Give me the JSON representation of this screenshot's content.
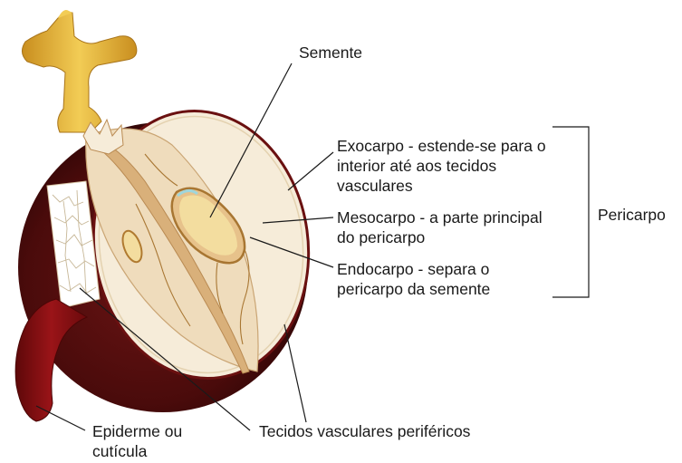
{
  "labels": {
    "semente": "Semente",
    "exocarpo_1": "Exocarpo - estende-se para o",
    "exocarpo_2": "interior até aos tecidos",
    "exocarpo_3": "vasculares",
    "mesocarpo_1": "Mesocarpo - a parte principal",
    "mesocarpo_2": "do pericarpo",
    "endocarpo_1": "Endocarpo - separa o",
    "endocarpo_2": "pericarpo da semente",
    "pericarpo": "Pericarpo",
    "tecidos": "Tecidos vasculares periféricos",
    "epiderme_1": "Epiderme ou",
    "epiderme_2": "cutícula"
  },
  "colors": {
    "skin_dark": "#3a0808",
    "skin_mid": "#5a1010",
    "peel_red": "#8e0f14",
    "cut_face": "#f6ecd9",
    "inner_flesh": "#eed9b6",
    "seed_core": "#e7c28b",
    "seed_inner": "#f3dd9f",
    "stem": "#e6b83a",
    "line": "#1a1a1a"
  }
}
